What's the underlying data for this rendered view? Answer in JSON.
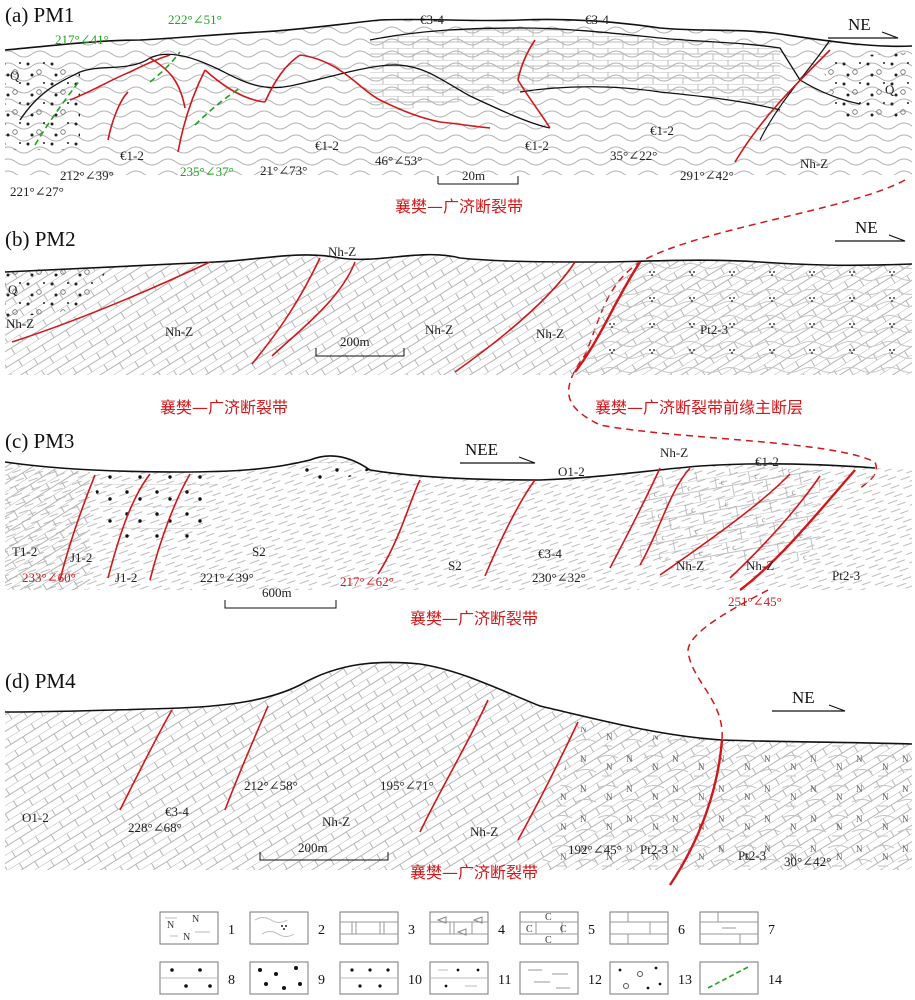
{
  "panels": [
    {
      "title": "(a) PM1",
      "direction": "NE",
      "scale": "20m",
      "zone_label": "襄樊—广济断裂带",
      "unit_labels": [
        "Q",
        "€3-4",
        "€3-4",
        "€1-2",
        "€1-2",
        "€1-2",
        "€1-2",
        "Nh-Z",
        "Q"
      ],
      "attitudes_black": [
        "221°∠27°",
        "212°∠39°",
        "21°∠73°",
        "46°∠53°",
        "35°∠22°",
        "291°∠42°"
      ],
      "attitudes_green": [
        "217°∠41°",
        "222°∠51°",
        "235°∠37°"
      ]
    },
    {
      "title": "(b) PM2",
      "direction": "NE",
      "scale": "200m",
      "zone_label": "襄樊—广济断裂带",
      "front_label": "襄樊—广济断裂带前缘主断层",
      "unit_labels": [
        "Q",
        "Nh-Z",
        "Nh-Z",
        "Nh-Z",
        "Nh-Z",
        "Nh-Z",
        "Pt2-3"
      ]
    },
    {
      "title": "(c) PM3",
      "direction": "NEE",
      "scale": "600m",
      "zone_label": "襄樊—广济断裂带",
      "unit_labels": [
        "T1-2",
        "J1-2",
        "J1-2",
        "S2",
        "S2",
        "O1-2",
        "Nh-Z",
        "€1-2",
        "€3-4",
        "Nh-Z",
        "Nh-Z",
        "Pt2-3"
      ],
      "attitudes_black": [
        "221°∠39°",
        "230°∠32°"
      ],
      "attitudes_red": [
        "233°∠60°",
        "217°∠62°",
        "251°∠45°"
      ]
    },
    {
      "title": "(d) PM4",
      "direction": "NE",
      "scale": "200m",
      "zone_label": "襄樊—广济断裂带",
      "unit_labels": [
        "O1-2",
        "€3-4",
        "Nh-Z",
        "Nh-Z",
        "Pt2-3",
        "Pt2-3"
      ],
      "attitudes_black": [
        "228°∠68°",
        "212°∠58°",
        "195°∠71°",
        "192°∠45°",
        "30°∠42°"
      ]
    }
  ],
  "legend": [
    {
      "num": "1",
      "pattern": "gneiss-N"
    },
    {
      "num": "2",
      "pattern": "schist-dots"
    },
    {
      "num": "3",
      "pattern": "dolomite"
    },
    {
      "num": "4",
      "pattern": "brecciated-dolomite"
    },
    {
      "num": "5",
      "pattern": "carbonaceous-limestone"
    },
    {
      "num": "6",
      "pattern": "limestone"
    },
    {
      "num": "7",
      "pattern": "marly-limestone"
    },
    {
      "num": "8",
      "pattern": "sandstone"
    },
    {
      "num": "9",
      "pattern": "conglomerate"
    },
    {
      "num": "10",
      "pattern": "silty-sandstone"
    },
    {
      "num": "11",
      "pattern": "siltstone"
    },
    {
      "num": "12",
      "pattern": "shale"
    },
    {
      "num": "13",
      "pattern": "quaternary-gravel"
    },
    {
      "num": "14",
      "pattern": "green-dashed-line"
    }
  ],
  "colors": {
    "fault": "#d0171a",
    "green": "#1ea31e",
    "bedding": "#a6a6a6",
    "outline": "#111111"
  }
}
